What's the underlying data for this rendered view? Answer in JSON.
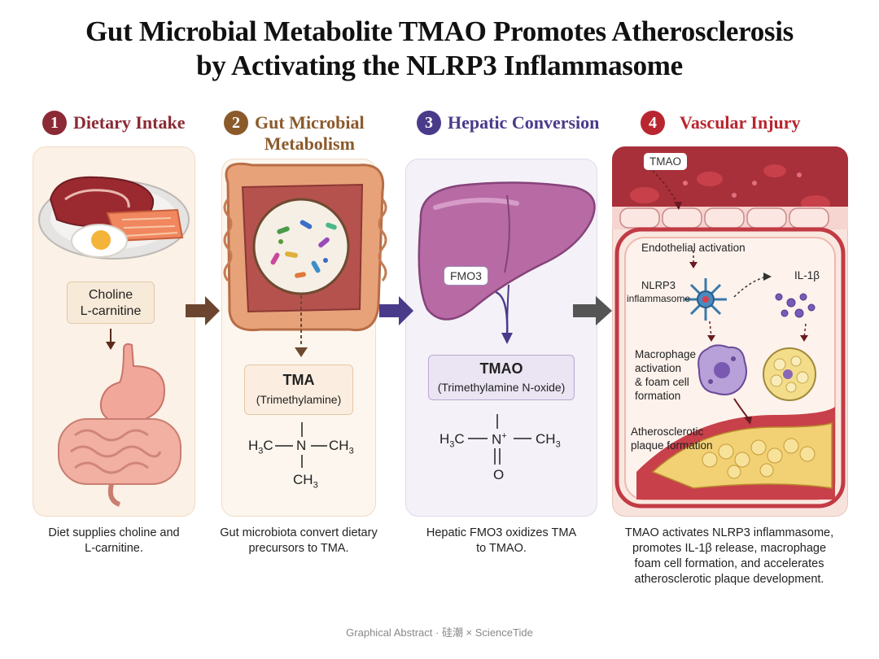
{
  "title": {
    "line1": "Gut Microbial Metabolite TMAO Promotes Atherosclerosis",
    "line2": "by Activating the NLRP3 Inflammasome"
  },
  "colors": {
    "step1": "#8b2a35",
    "step2": "#8b5a2b",
    "step3": "#4a3a8a",
    "step4": "#b8262f"
  },
  "steps": [
    {
      "number": "1",
      "title": "Dietary Intake",
      "label_lines": [
        "Choline",
        "L-carnitine"
      ],
      "caption_lines": [
        "Diet supplies choline and",
        "L-carnitine."
      ]
    },
    {
      "number": "2",
      "title_lines": [
        "Gut Microbial",
        "Metabolism"
      ],
      "label_main": "TMA",
      "label_sub": "(Trimethylamine)",
      "caption_lines": [
        "Gut microbiota convert dietary",
        "precursors to TMA."
      ]
    },
    {
      "number": "3",
      "title": "Hepatic Conversion",
      "enzyme": "FMO3",
      "label_main": "TMAO",
      "label_sub": "(Trimethylamine N-oxide)",
      "caption_lines": [
        "Hepatic FMO3 oxidizes TMA",
        "to TMAO."
      ]
    },
    {
      "number": "4",
      "title": "Vascular Injury",
      "tmao_tag": "TMAO",
      "endothelial": "Endothelial activation",
      "nlrp3_lines": [
        "NLRP3",
        "inflammasome"
      ],
      "il1b": "IL-1β",
      "macrophage_lines": [
        "Macrophage",
        "activation",
        "& foam cell",
        "formation"
      ],
      "plaque_lines": [
        "Atherosclerotic",
        "plaque formation"
      ],
      "caption_lines": [
        "TMAO activates NLRP3 inflammasome,",
        "promotes IL-1β release, macrophage",
        "foam cell formation, and accelerates",
        "atherosclerotic plaque development."
      ]
    }
  ],
  "chem": {
    "tma": {
      "left": "H",
      "left_sub": "3",
      "left_tail": "C",
      "center": "N",
      "right": "CH",
      "right_sub": "3",
      "bottom": "CH",
      "bottom_sub": "3"
    },
    "tmao": {
      "left": "H",
      "left_sub": "3",
      "left_tail": "C",
      "center": "N",
      "center_sup": "+",
      "right": "CH",
      "right_sub": "3",
      "bottom": "O"
    }
  },
  "footer": "Graphical Abstract · 硅潮 × ScienceTide"
}
